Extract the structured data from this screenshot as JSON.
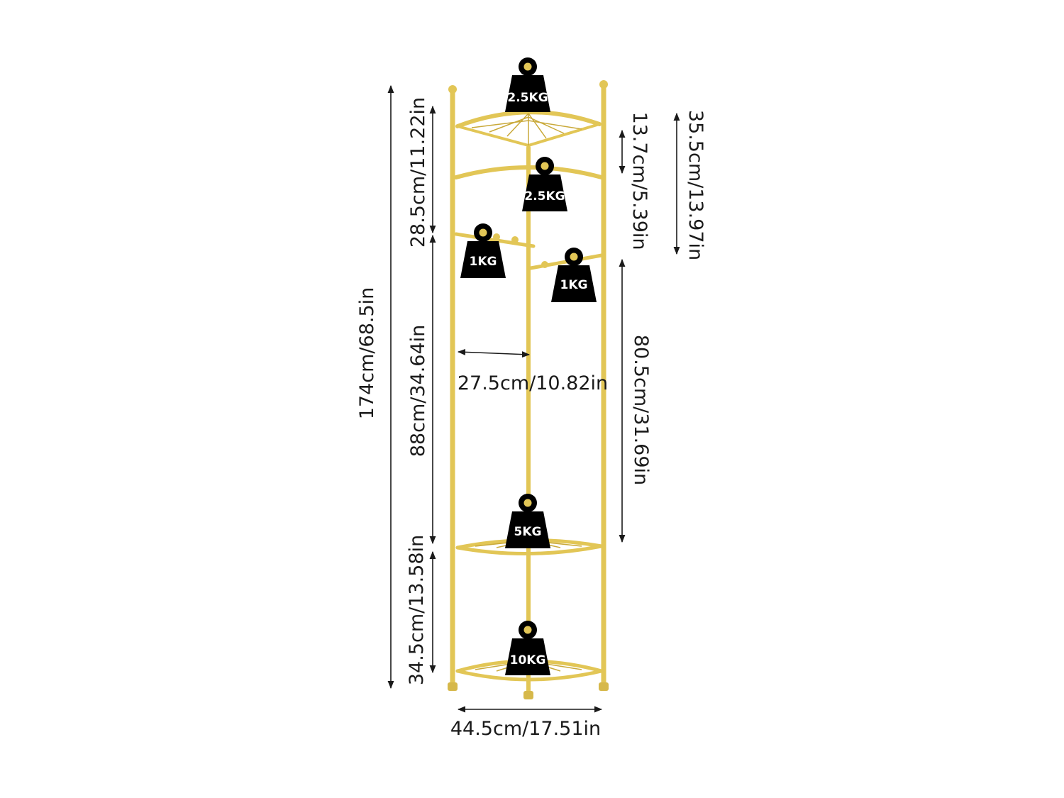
{
  "dimensions": {
    "total_height": "174cm/68.5in",
    "top_section": "28.5cm/11.22in",
    "middle_section": "88cm/34.64in",
    "bottom_section": "34.5cm/13.58in",
    "hook_spacing": "13.7cm/5.39in",
    "upper_span": "35.5cm/13.97in",
    "hook_to_shelf": "80.5cm/31.69in",
    "shelf_depth": "27.5cm/10.82in",
    "base_width": "44.5cm/17.51in"
  },
  "weights": {
    "top_shelf": "2.5KG",
    "upper_hook": "2.5KG",
    "left_hook": "1KG",
    "right_hook": "1KG",
    "middle_shelf": "5KG",
    "bottom_shelf": "10KG"
  },
  "colors": {
    "frame_gold": "#e2c656",
    "frame_shadow": "#c9a93a",
    "weight_fill": "#000000",
    "weight_label": "#ffffff",
    "dimension_text": "#1a1a1a"
  },
  "icons": {
    "weight": "kettlebell-weight-icon",
    "arrow": "double-arrow-icon"
  }
}
